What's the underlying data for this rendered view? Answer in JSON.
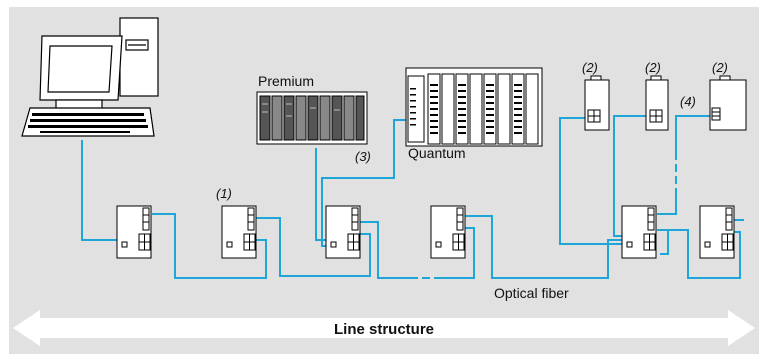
{
  "labels": {
    "premium": "Premium",
    "quantum": "Quantum",
    "optical_fiber": "Optical fiber",
    "line_structure": "Line structure"
  },
  "callouts": {
    "c1": "(1)",
    "c2a": "(2)",
    "c2b": "(2)",
    "c2c": "(2)",
    "c3": "(3)",
    "c4": "(4)"
  },
  "colors": {
    "background": "#e1e1e1",
    "cable": "#1ea6d8",
    "arrow": "#ffffff"
  }
}
